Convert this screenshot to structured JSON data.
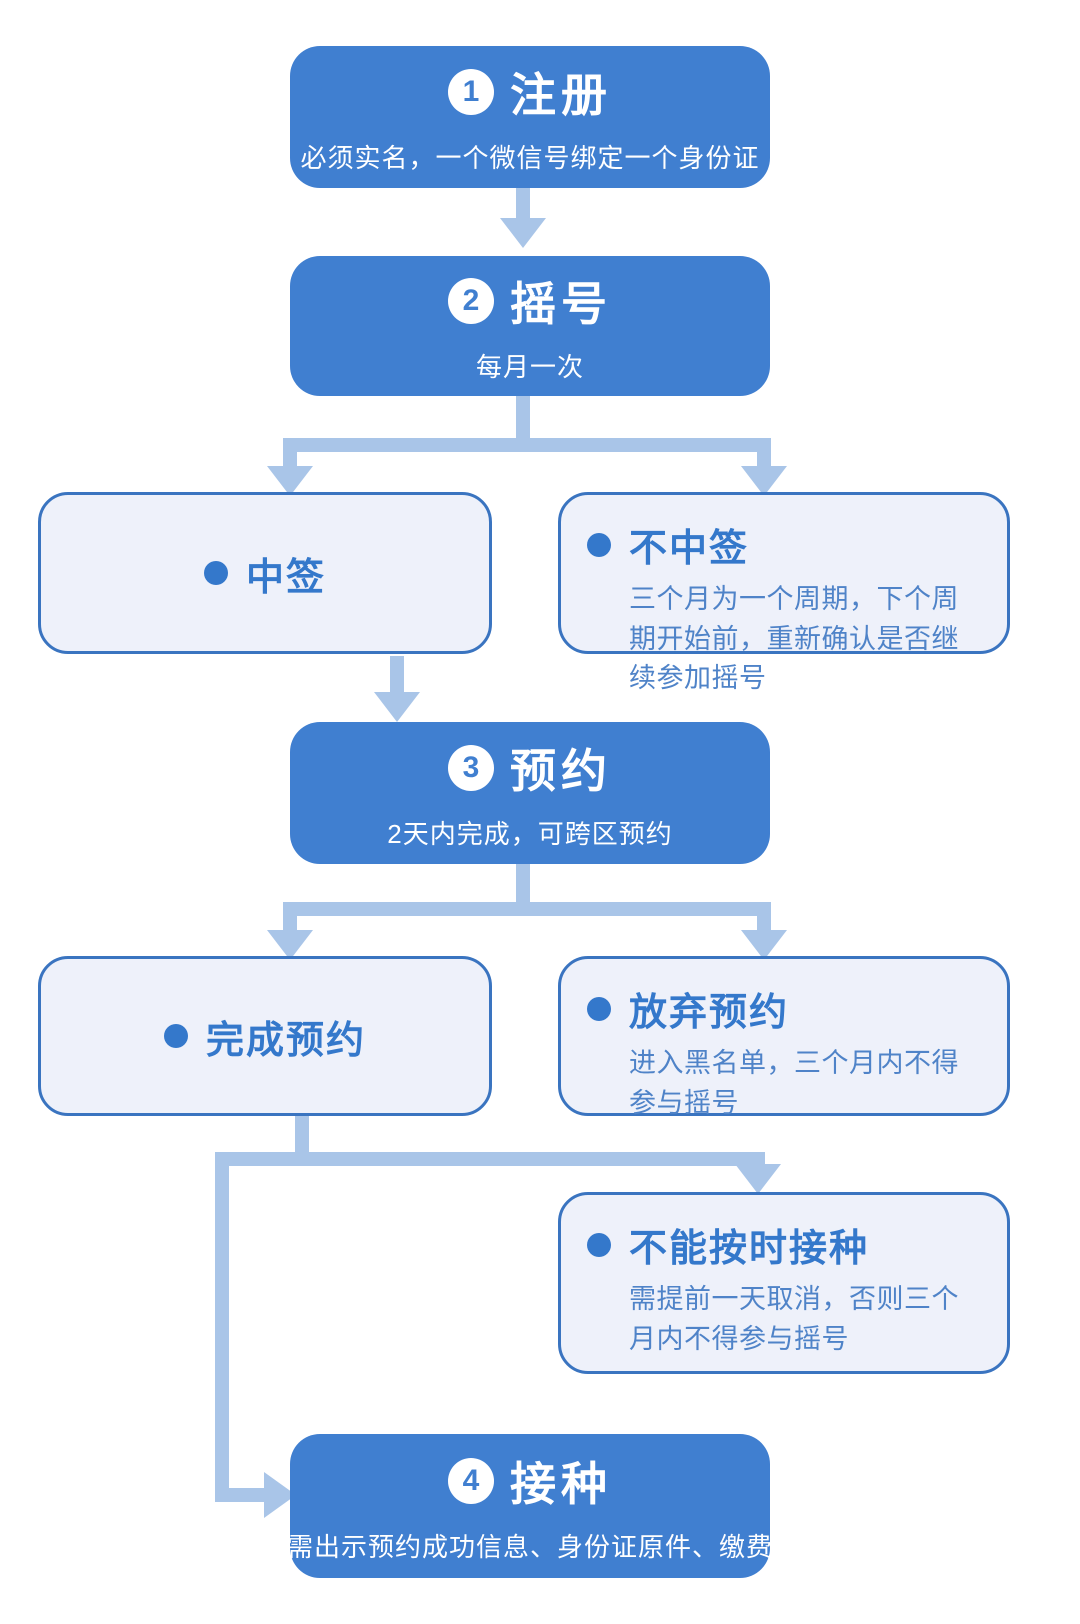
{
  "palette": {
    "box_blue": "#407FD0",
    "light_fill": "#EEF1FA",
    "light_border": "#3A74C0",
    "title_blue": "#3478CB",
    "body_blue": "#4F83C8",
    "arrow_blue": "#A9C5E8",
    "white": "#FFFFFF"
  },
  "steps": [
    {
      "number": "1",
      "title": "注册",
      "subtitle": "必须实名，一个微信号绑定一个身份证"
    },
    {
      "number": "2",
      "title": "摇号",
      "subtitle": "每月一次"
    },
    {
      "number": "3",
      "title": "预约",
      "subtitle": "2天内完成，可跨区预约"
    },
    {
      "number": "4",
      "title": "接种",
      "subtitle": "需出示预约成功信息、身份证原件、缴费"
    }
  ],
  "outcomes": [
    {
      "title": "中签",
      "body": ""
    },
    {
      "title": "不中签",
      "body": "三个月为一个周期，下个周期开始前，重新确认是否继续参加摇号"
    },
    {
      "title": "完成预约",
      "body": ""
    },
    {
      "title": "放弃预约",
      "body": "进入黑名单，三个月内不得参与摇号"
    },
    {
      "title": "不能按时接种",
      "body": "需提前一天取消，否则三个月内不得参与摇号"
    }
  ]
}
